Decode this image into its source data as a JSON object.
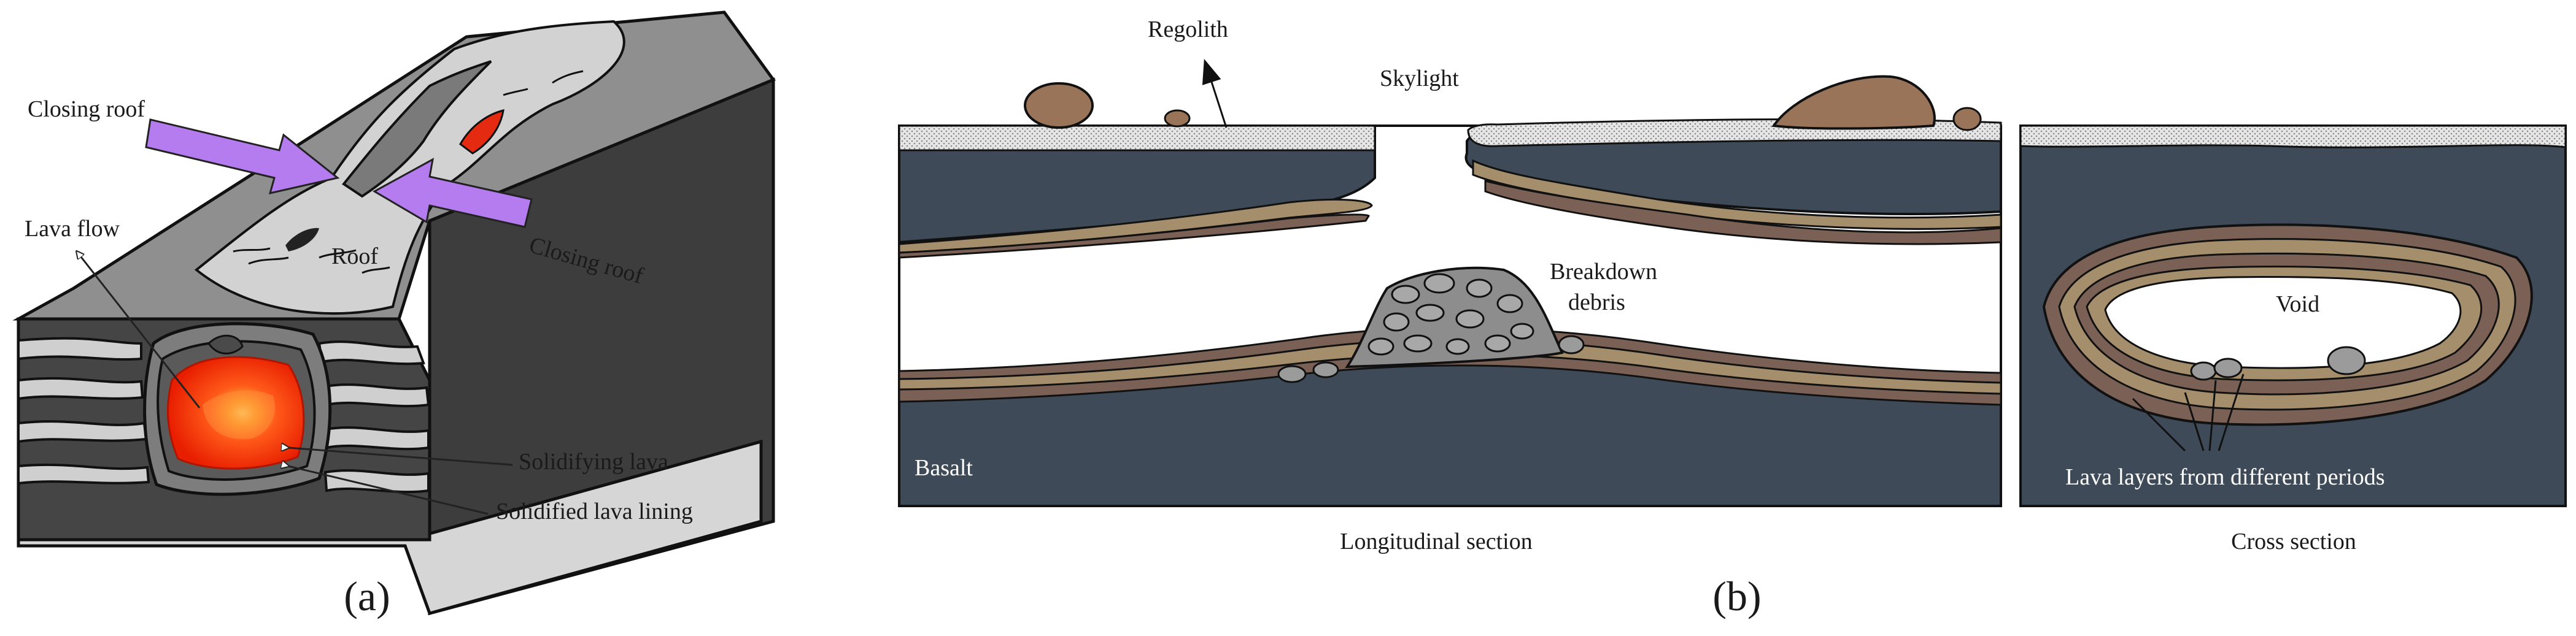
{
  "panel_a": {
    "caption": "(a)",
    "labels": {
      "closing_roof_1": "Closing roof",
      "closing_roof_2": "Closing roof",
      "roof": "Roof",
      "lava_flow": "Lava flow",
      "solidifying_lava": "Solidifying lava",
      "solidified_lining": "Solidified lava lining"
    },
    "colors": {
      "arrow": "#b57cf0",
      "lava_core": "#ffe020",
      "lava_hot": "#ff3a00",
      "crust": "#d4d4d4",
      "dark_side": "#3a3a3a"
    }
  },
  "panel_b": {
    "caption": "(b)",
    "labels": {
      "regolith": "Regolith",
      "skylight": "Skylight",
      "breakdown_debris_line1": "Breakdown",
      "breakdown_debris_line2": "debris",
      "basalt": "Basalt",
      "void": "Void",
      "lava_layers": "Lava layers from different periods",
      "longitudinal_section": "Longitudinal  section",
      "cross_section": "Cross section"
    },
    "colors": {
      "basalt": "#3e4a57",
      "lava_layer_light": "#a58e6c",
      "lava_layer_dark": "#7a6055",
      "regolith": "#d9d9d9",
      "boulder": "#9a7458",
      "debris": "#8d8d8d"
    }
  }
}
